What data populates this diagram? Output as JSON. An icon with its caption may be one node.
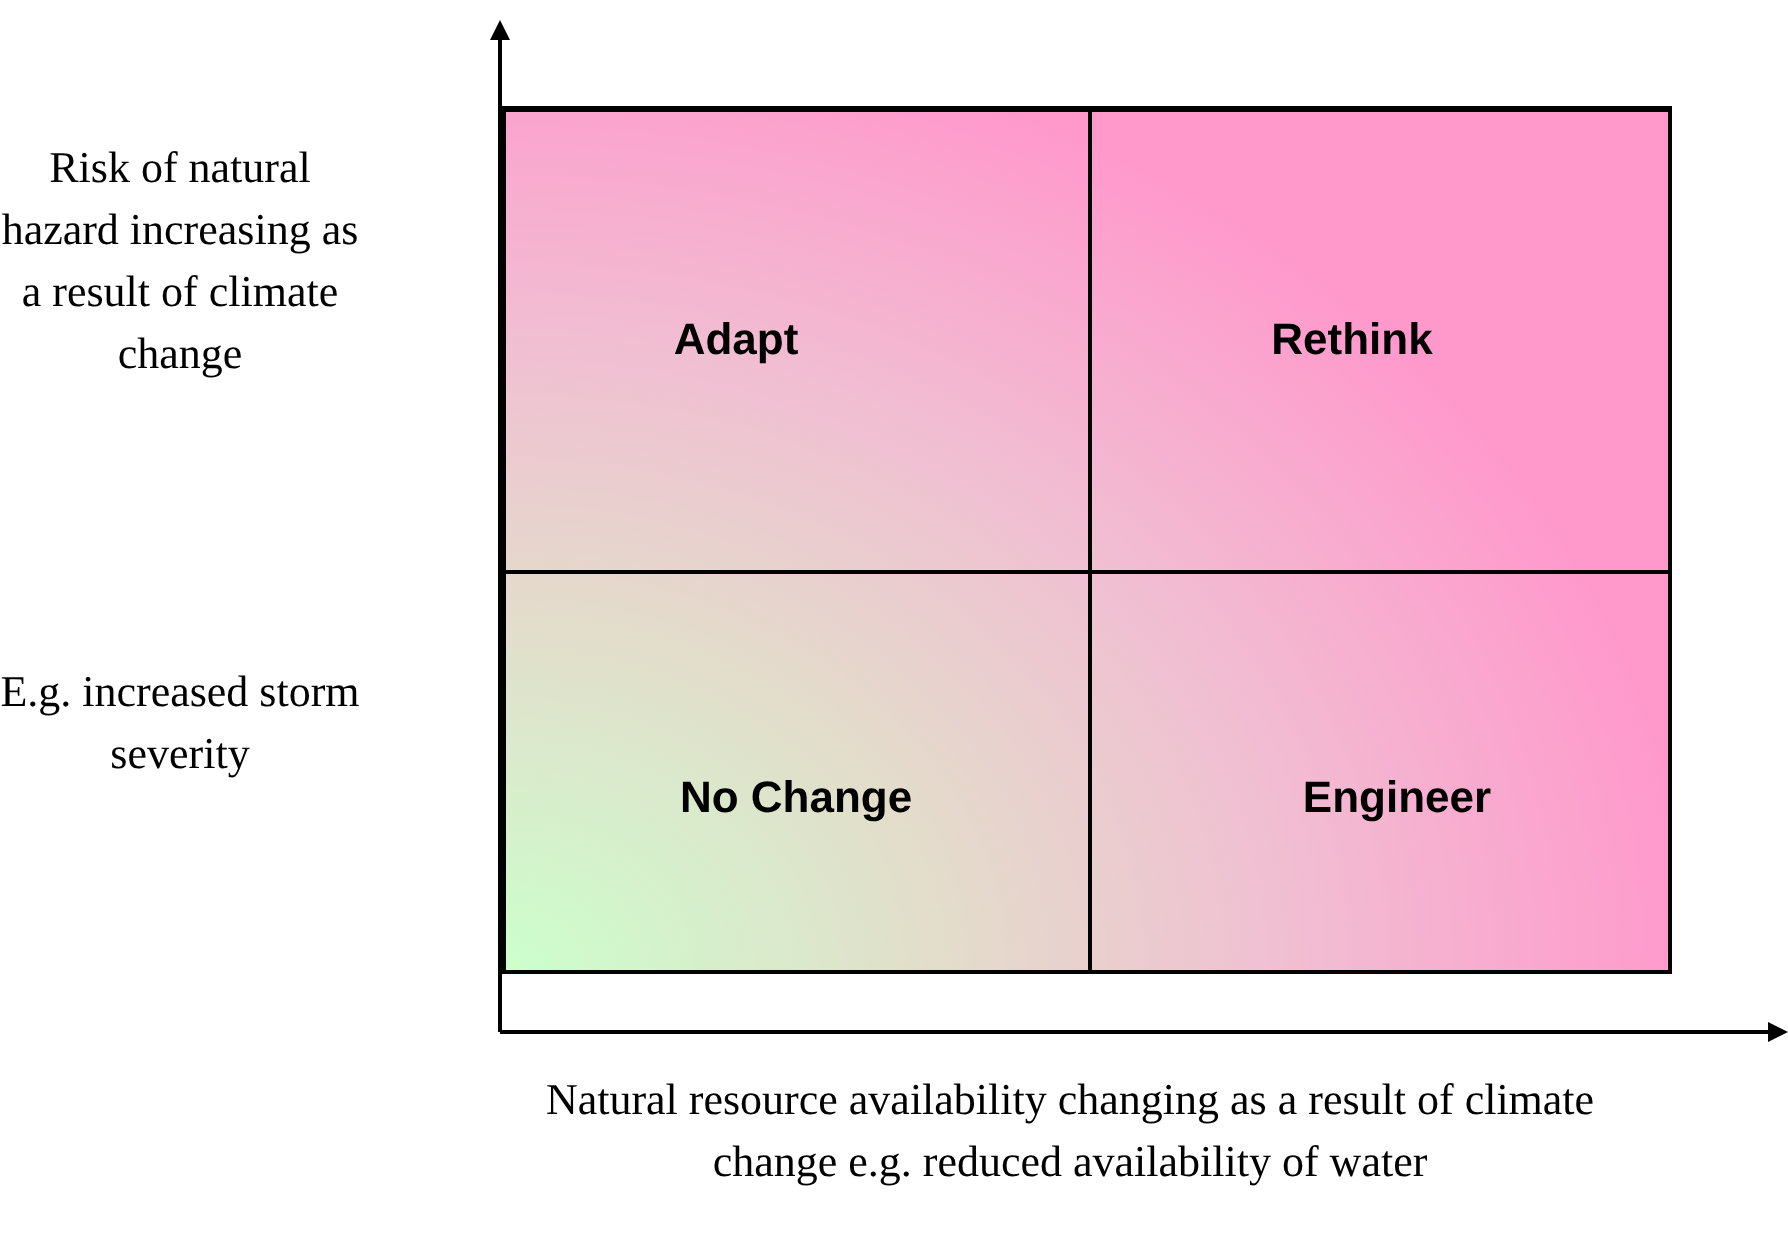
{
  "diagram": {
    "nodes": [
      {
        "text": [
          "Adapt"
        ]
      },
      {
        "text": [
          "Rethink"
        ]
      },
      {
        "text": [
          "No Change"
        ]
      },
      {
        "text": [
          "Engineer"
        ]
      }
    ],
    "edges": [],
    "labels": [
      "Risk of natural hazard increasing as a result of climate change",
      "E.g. increased storm severity",
      "Natural resource availability changing as a result of climate change e.g. reduced availability of water"
    ]
  }
}
